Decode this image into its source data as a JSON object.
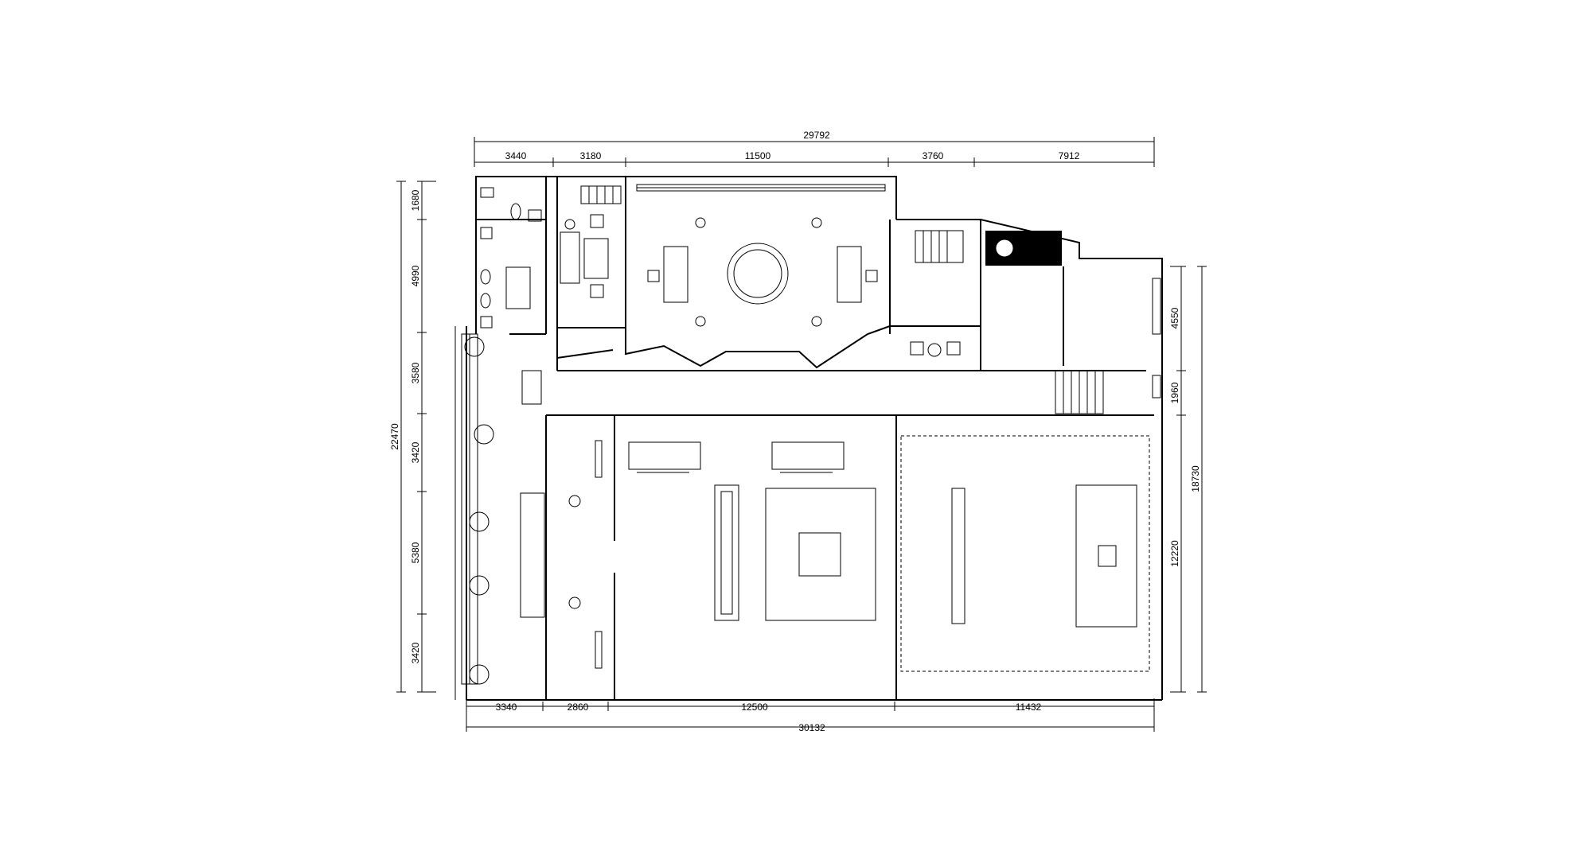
{
  "dimensions": {
    "top_total": "29792",
    "top": [
      "3440",
      "3180",
      "11500",
      "3760",
      "7912"
    ],
    "bottom": [
      "3340",
      "2860",
      "12500",
      "11432"
    ],
    "bottom_total": "30132",
    "left": [
      "1680",
      "4990",
      "3580",
      "3420",
      "5380",
      "3420"
    ],
    "left_total": "22470",
    "right": [
      "4550",
      "1960",
      "12220"
    ],
    "right_total": "18730"
  }
}
